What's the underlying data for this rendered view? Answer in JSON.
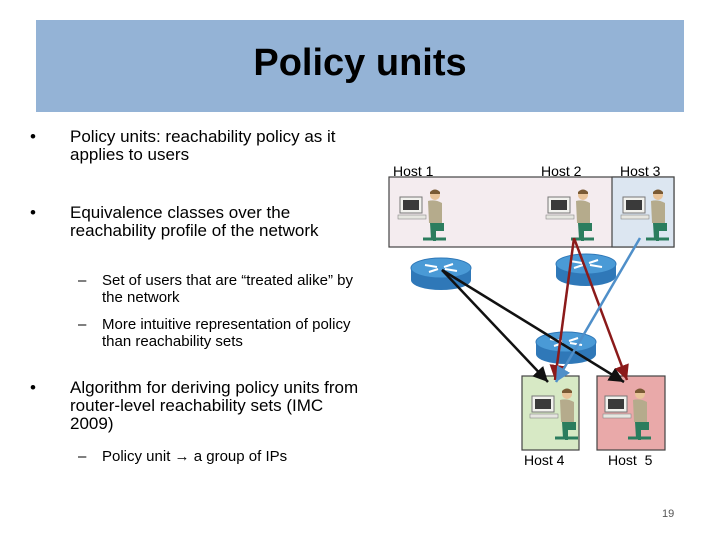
{
  "slide": {
    "title": "Policy units",
    "page_number": "19"
  },
  "bullets": [
    {
      "text": "Policy units: reachability policy as it applies to users"
    },
    {
      "text": "Equivalence classes over the reachability profile of the network"
    },
    {
      "text": "Algorithm for deriving policy units from router-level reachability sets (IMC 2009)"
    }
  ],
  "sub_bullets": [
    {
      "text": "Set of users that are “treated alike” by the network"
    },
    {
      "text": "More intuitive representation of policy than reachability sets"
    },
    {
      "text": "Policy unit",
      "arrow": "→",
      "text2": "a group of IPs"
    }
  ],
  "hosts": [
    {
      "label": "Host 1"
    },
    {
      "label": "Host 2"
    },
    {
      "label": "Host 3"
    },
    {
      "label": "Host 4"
    },
    {
      "label": "Host  5"
    }
  ],
  "colors": {
    "title_band": "#94b3d6",
    "policy_unit_top": "#f4ecef",
    "host3_box": "#dce6f1",
    "host4_box": "#d7e9c5",
    "host5_box": "#e9a9a9",
    "router": "#3a89c9",
    "link_black": "#111111",
    "link_red": "#8b1a1a",
    "link_blue": "#4f8fc9"
  }
}
